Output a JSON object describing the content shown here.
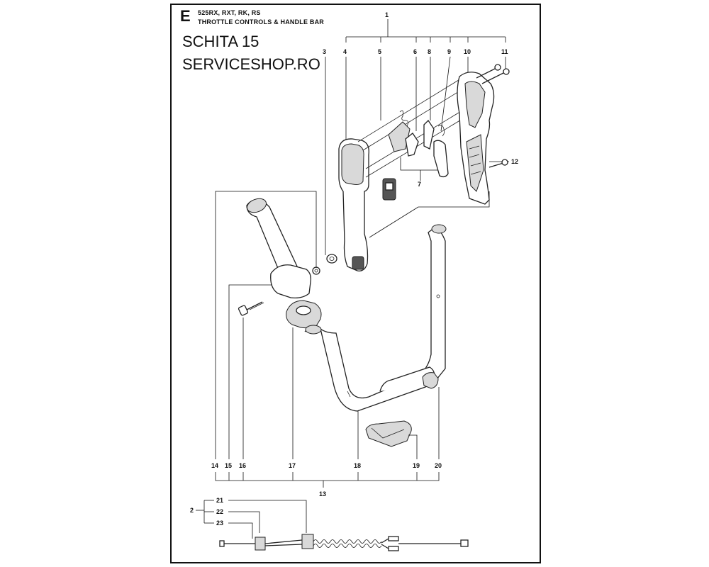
{
  "header": {
    "section_letter": "E",
    "models": "525RX, RXT, RK, RS",
    "subtitle": "THROTTLE CONTROLS & HANDLE BAR"
  },
  "watermark": {
    "line1": "SCHITA 15",
    "line2": "SERVICESHOP.RO"
  },
  "callouts": {
    "n1": "1",
    "n2": "2",
    "n3": "3",
    "n4": "4",
    "n5": "5",
    "n6": "6",
    "n7": "7",
    "n8": "8",
    "n9": "9",
    "n10": "10",
    "n11": "11",
    "n12": "12",
    "n13": "13",
    "n14": "14",
    "n15": "15",
    "n16": "16",
    "n17": "17",
    "n18": "18",
    "n19": "19",
    "n20": "20",
    "n21": "21",
    "n22": "22",
    "n23": "23"
  }
}
